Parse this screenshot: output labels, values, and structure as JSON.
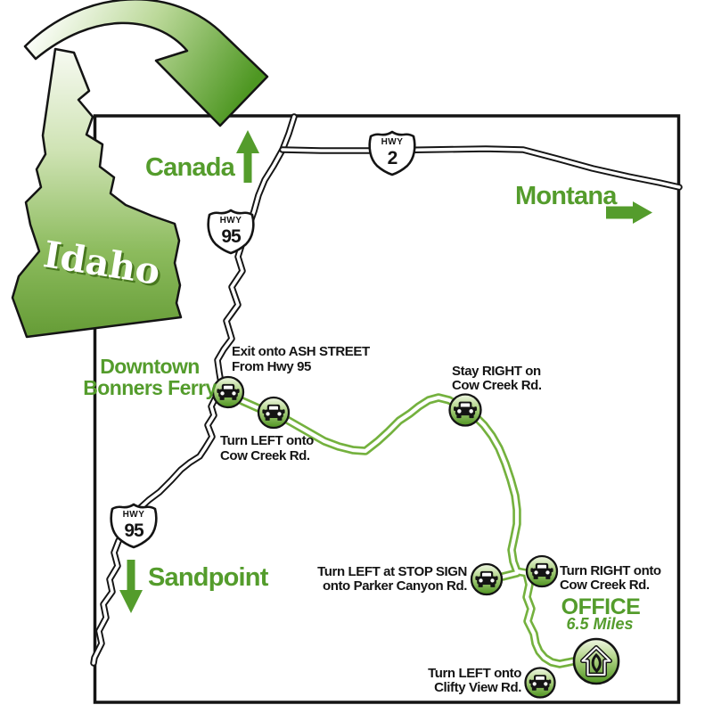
{
  "colors": {
    "green": "#549c2c",
    "route-green": "#74b13e",
    "road": "#151515",
    "ink": "#141414",
    "state-green": "#649b35"
  },
  "inset": {
    "state": "Idaho"
  },
  "regions": {
    "canada": "Canada",
    "montana": "Montana",
    "sandpoint": "Sandpoint"
  },
  "shields": {
    "hwy2": {
      "prefix": "HWY",
      "number": "2"
    },
    "hwy95_north": {
      "prefix": "HWY",
      "number": "95"
    },
    "hwy95_south": {
      "prefix": "HWY",
      "number": "95"
    }
  },
  "places": {
    "downtown_line1": "Downtown",
    "downtown_line2": "Bonners Ferry"
  },
  "steps": {
    "exit_ash": {
      "line1": "Exit onto ASH STREET",
      "line2": "From Hwy 95"
    },
    "left_cow": {
      "line1": "Turn LEFT onto",
      "line2": "Cow Creek Rd."
    },
    "stay_right_cow": {
      "line1": "Stay RIGHT on",
      "line2": "Cow Creek Rd."
    },
    "left_parker": {
      "line1": "Turn LEFT at STOP SIGN",
      "line2": "onto Parker Canyon Rd."
    },
    "right_cow": {
      "line1": "Turn RIGHT onto",
      "line2": "Cow Creek Rd."
    },
    "left_clifty": {
      "line1": "Turn LEFT onto",
      "line2": "Clifty View Rd."
    }
  },
  "office": {
    "label": "OFFICE",
    "distance": "6.5 Miles"
  }
}
